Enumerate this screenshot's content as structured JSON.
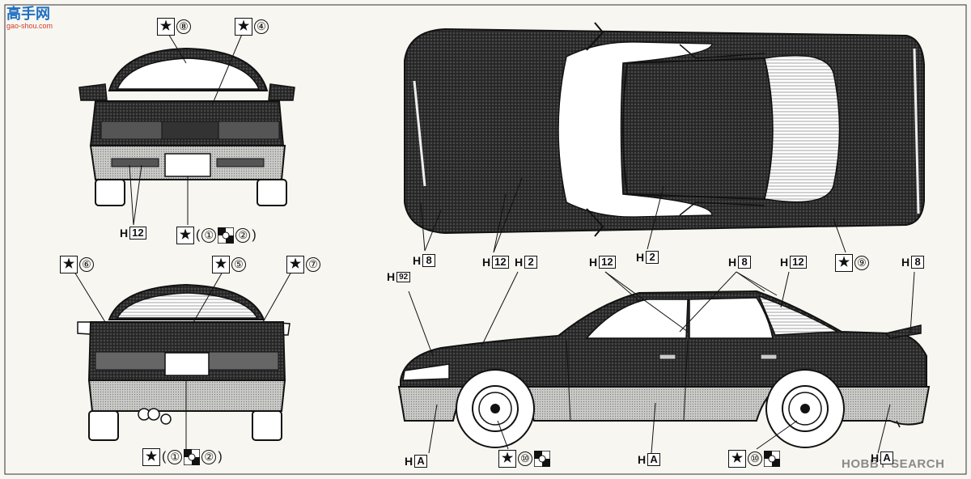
{
  "watermark_top_left": {
    "line1": "高手网",
    "line2": "gao-shou.com"
  },
  "watermark_bottom_right": {
    "text": "HOBBY SEARCH"
  },
  "callouts": {
    "front_star8": {
      "num": "⑧"
    },
    "front_star4": {
      "num": "④"
    },
    "front_h12": {
      "h": "H",
      "code": "12"
    },
    "front_star_combo": {
      "num1": "①",
      "num2": "②",
      "open": "(",
      "close": ")"
    },
    "rear_star6": {
      "num": "⑥"
    },
    "rear_star5": {
      "num": "⑤"
    },
    "rear_star7": {
      "num": "⑦"
    },
    "rear_star_combo": {
      "num1": "①",
      "num2": "②",
      "open": "(",
      "close": ")"
    },
    "top_h8": {
      "h": "H",
      "code": "8"
    },
    "top_h12": {
      "h": "H",
      "code": "12"
    },
    "top_h2": {
      "h": "H",
      "code": "2"
    },
    "top_star9": {
      "num": "⑨"
    },
    "side_h92": {
      "h": "H",
      "code": "92"
    },
    "side_h2": {
      "h": "H",
      "code": "2"
    },
    "side_h12a": {
      "h": "H",
      "code": "12"
    },
    "side_h8a": {
      "h": "H",
      "code": "8"
    },
    "side_h12b": {
      "h": "H",
      "code": "12"
    },
    "side_h8b": {
      "h": "H",
      "code": "8"
    },
    "side_ha1": {
      "h": "H",
      "code": "A"
    },
    "side_star10a": {
      "num": "⑩"
    },
    "side_ha2": {
      "h": "H",
      "code": "A"
    },
    "side_star10b": {
      "num": "⑩"
    },
    "side_ha3": {
      "h": "H",
      "code": "A"
    }
  }
}
